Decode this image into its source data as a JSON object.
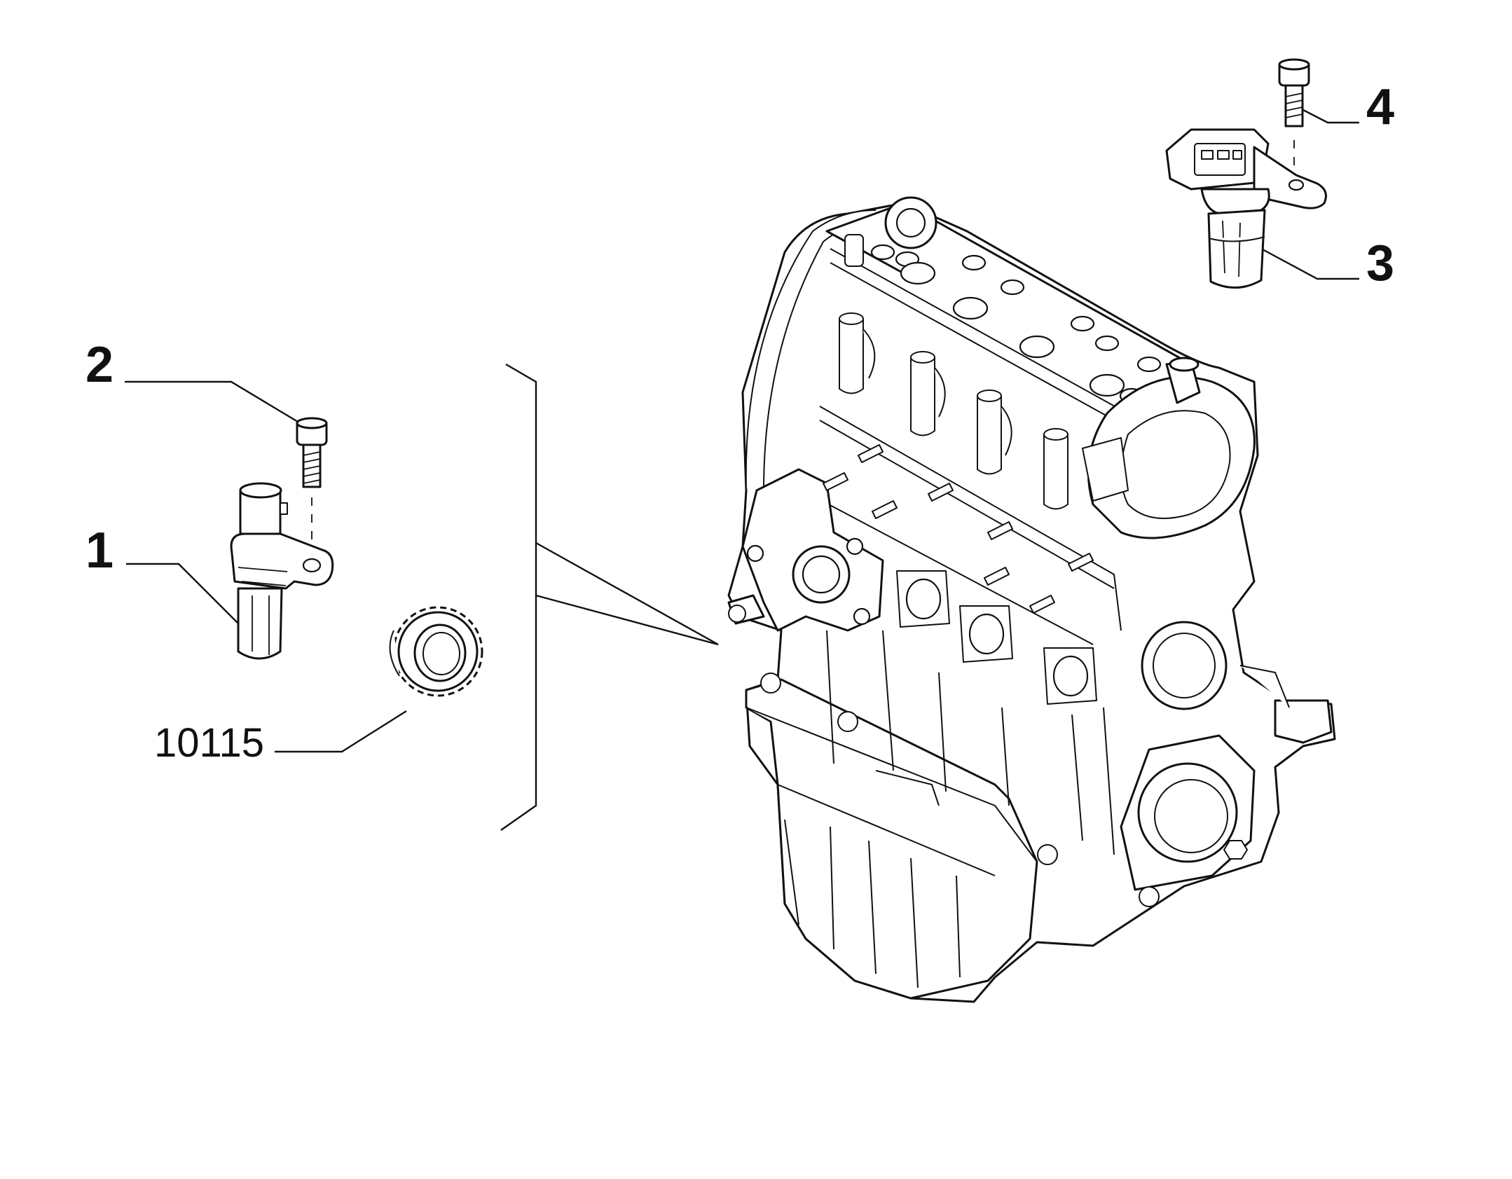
{
  "callouts": {
    "c1": "1",
    "c2": "2",
    "c3": "3",
    "c4": "4",
    "c10115": "10115"
  },
  "colors": {
    "line": "#111111",
    "background": "#ffffff"
  }
}
